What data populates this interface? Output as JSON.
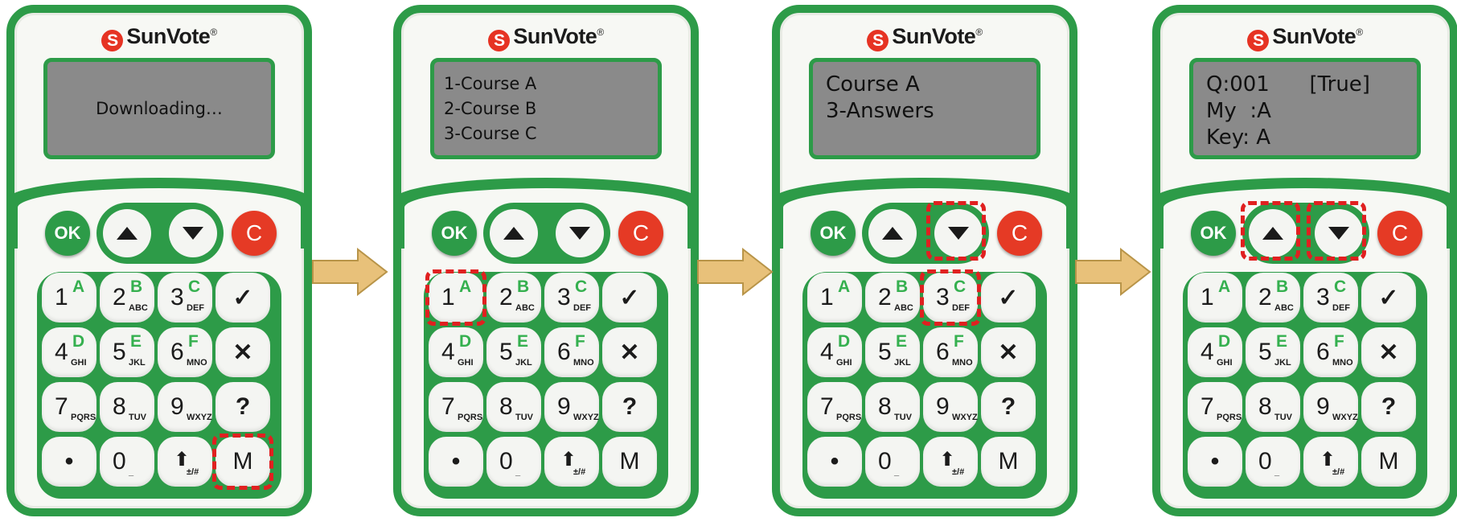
{
  "brand": {
    "name": "SunVote",
    "registered": "®"
  },
  "colors": {
    "device_green": "#2d9b48",
    "lcd_gray": "#8a8a8a",
    "cancel_red": "#e53a25",
    "highlight_red": "#e02020",
    "arrow_tan": "#e8c17a"
  },
  "buttons": {
    "ok": "OK",
    "cancel": "C"
  },
  "keys": [
    {
      "main": "1",
      "sup": "A",
      "sub": ""
    },
    {
      "main": "2",
      "sup": "B",
      "sub": "ABC"
    },
    {
      "main": "3",
      "sup": "C",
      "sub": "DEF"
    },
    {
      "main": "✓",
      "sup": "",
      "sub": ""
    },
    {
      "main": "4",
      "sup": "D",
      "sub": "GHI"
    },
    {
      "main": "5",
      "sup": "E",
      "sub": "JKL"
    },
    {
      "main": "6",
      "sup": "F",
      "sub": "MNO"
    },
    {
      "main": "✕",
      "sup": "",
      "sub": ""
    },
    {
      "main": "7",
      "sup": "",
      "sub": "PQRS"
    },
    {
      "main": "8",
      "sup": "",
      "sub": "TUV"
    },
    {
      "main": "9",
      "sup": "",
      "sub": "WXYZ"
    },
    {
      "main": "?",
      "sup": "",
      "sub": ""
    },
    {
      "main": "•",
      "sup": "",
      "sub": ""
    },
    {
      "main": "0",
      "sup": "",
      "sub": "_"
    },
    {
      "main": "⬆",
      "sup": "",
      "sub": "±/#"
    },
    {
      "main": "M",
      "sup": "",
      "sub": ""
    }
  ],
  "devices": [
    {
      "screen_style": "center",
      "screen_lines": [
        "Downloading…"
      ],
      "highlights": [
        "key-15"
      ]
    },
    {
      "screen_style": "small",
      "screen_lines": [
        "1-Course A",
        "2-Course B",
        "3-Course C"
      ],
      "highlights": [
        "key-0"
      ]
    },
    {
      "screen_style": "big",
      "screen_lines": [
        "Course A",
        "3-Answers"
      ],
      "highlights": [
        "nav-down",
        "key-2"
      ]
    },
    {
      "screen_style": "big",
      "screen_lines": [
        "Q:001      [True]",
        "My  :A",
        "Key: A"
      ],
      "highlights": [
        "nav-up",
        "nav-down"
      ]
    }
  ]
}
